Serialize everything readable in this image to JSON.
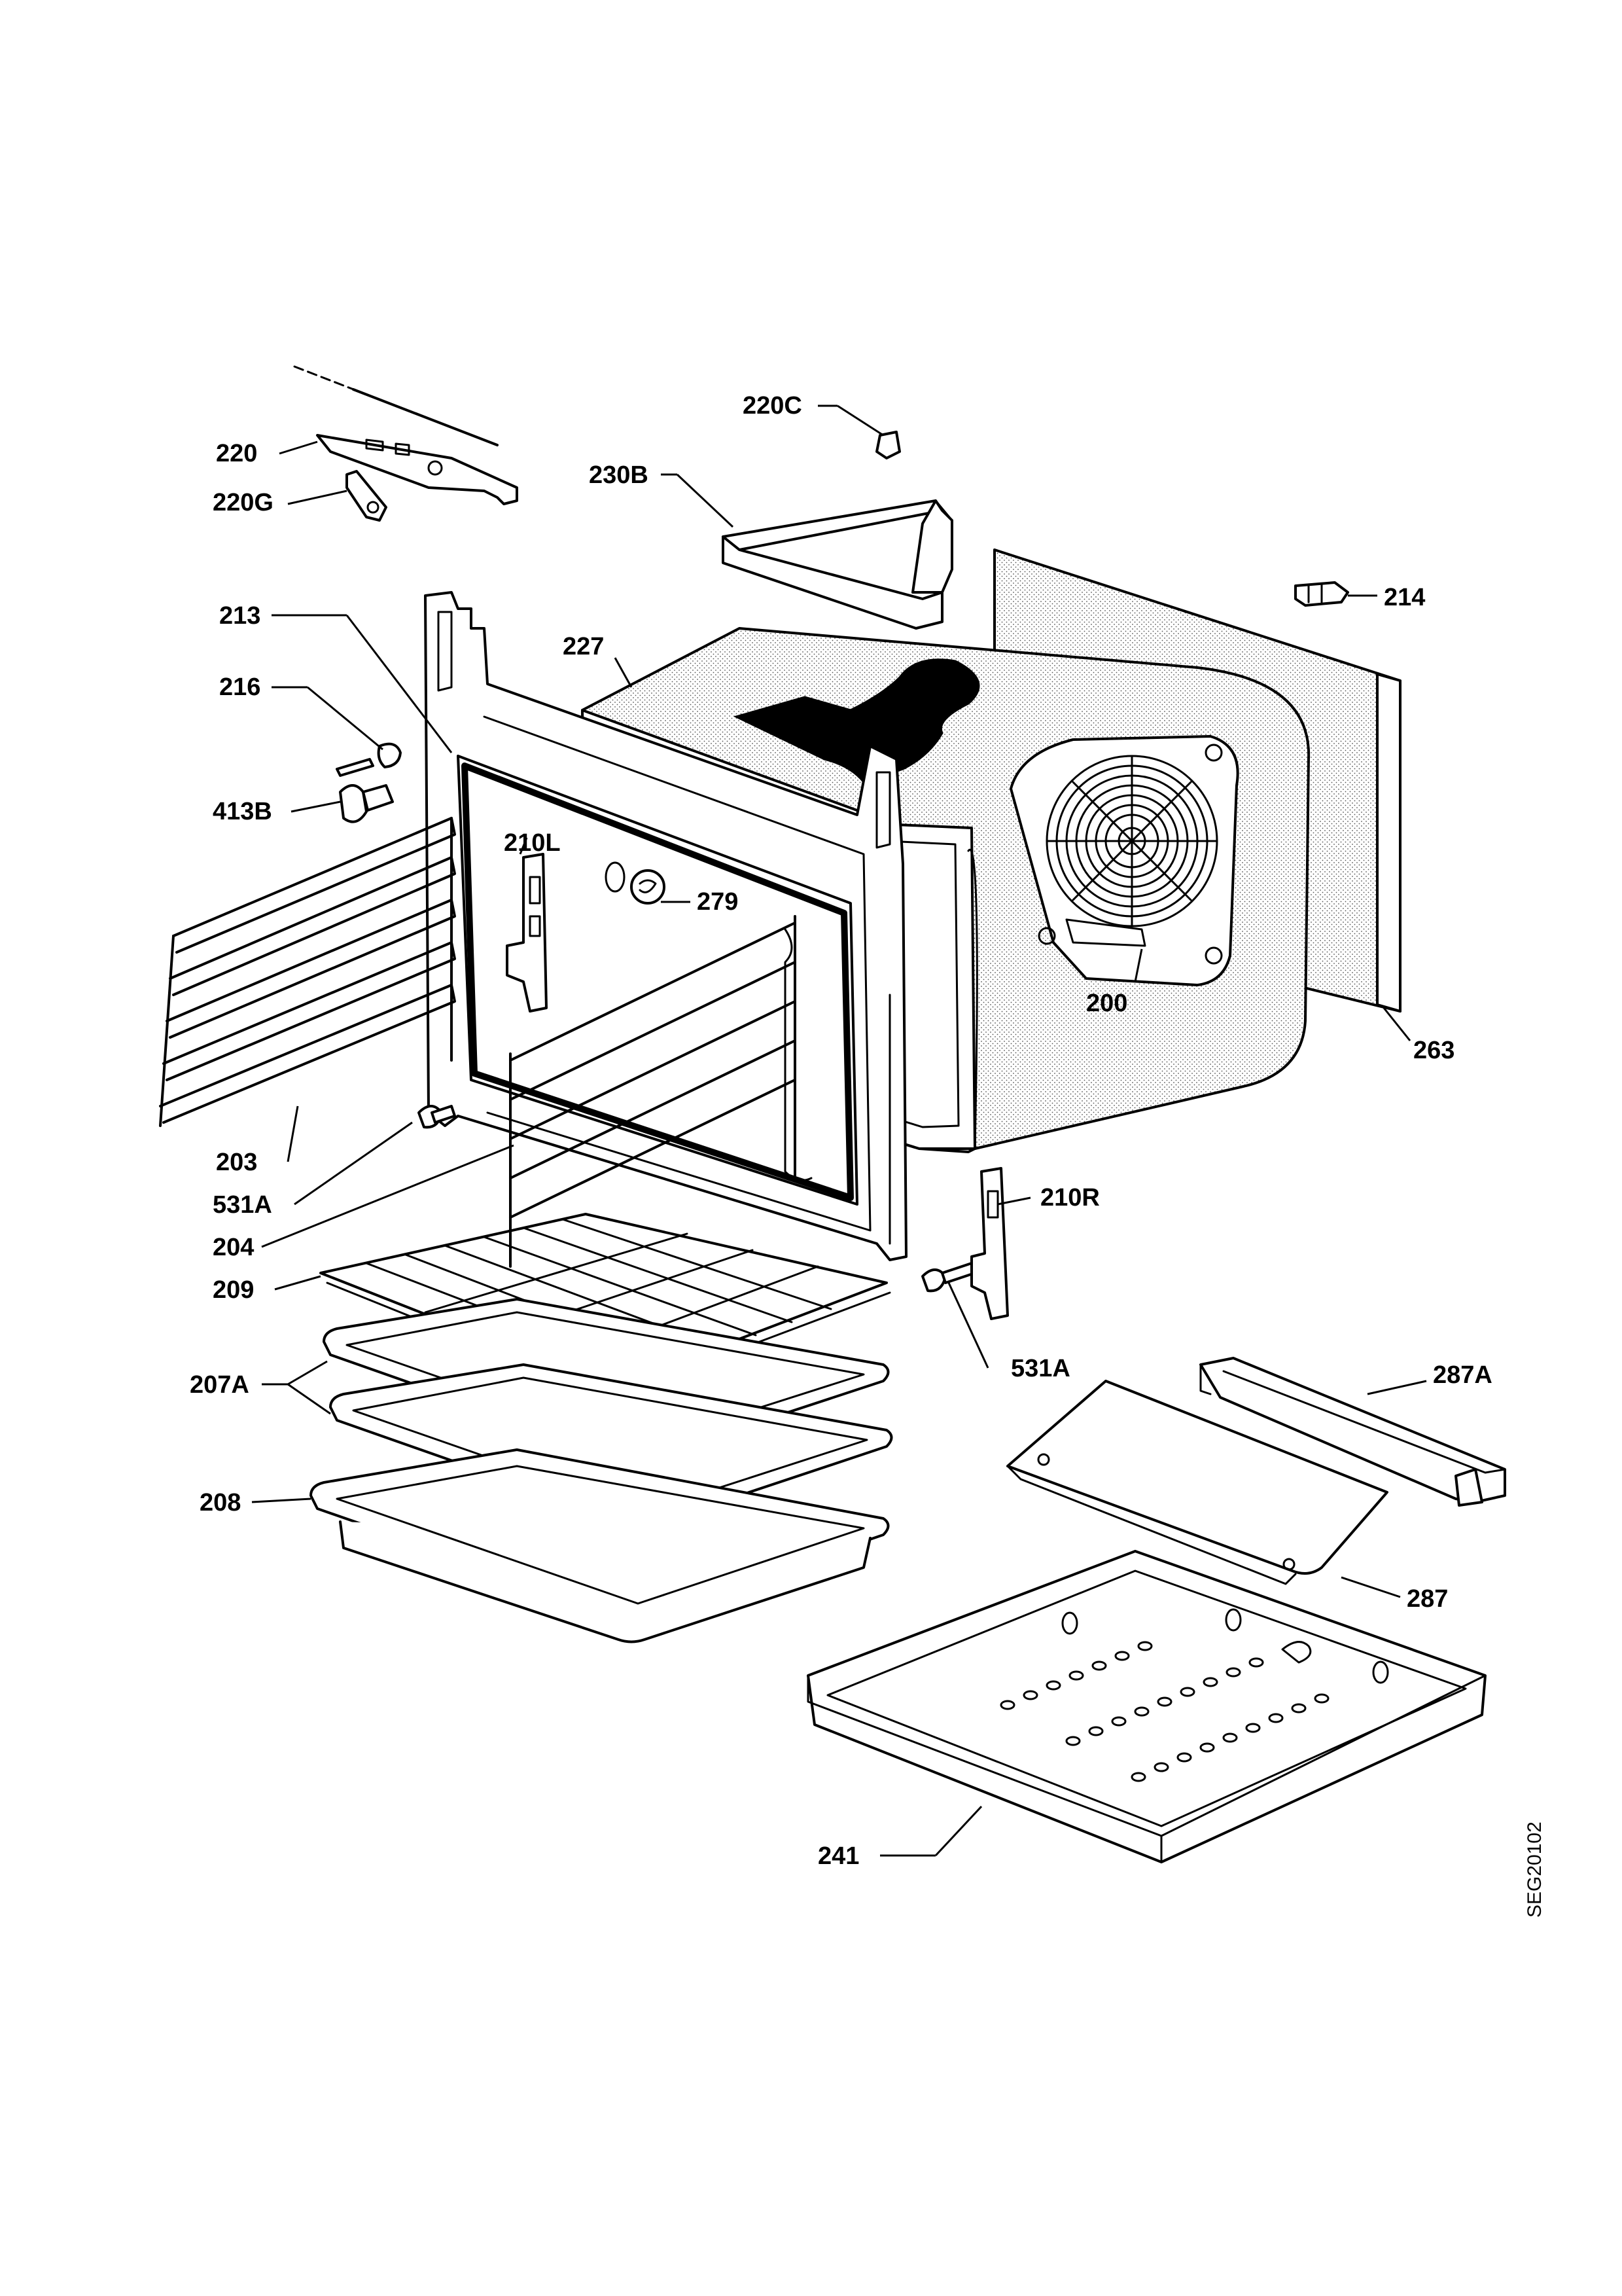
{
  "drawing_code": "SEG20102",
  "callouts": {
    "p220": "220",
    "p220G": "220G",
    "p220C": "220C",
    "p230B": "230B",
    "p214": "214",
    "p213": "213",
    "p227": "227",
    "p216": "216",
    "p413B": "413B",
    "p210L": "210L",
    "p279": "279",
    "p200": "200",
    "p263": "263",
    "p203": "203",
    "p531A_left": "531A",
    "p204": "204",
    "p210R": "210R",
    "p209": "209",
    "p531A_right": "531A",
    "p207A": "207A",
    "p287A": "287A",
    "p208": "208",
    "p287": "287",
    "p241": "241"
  }
}
